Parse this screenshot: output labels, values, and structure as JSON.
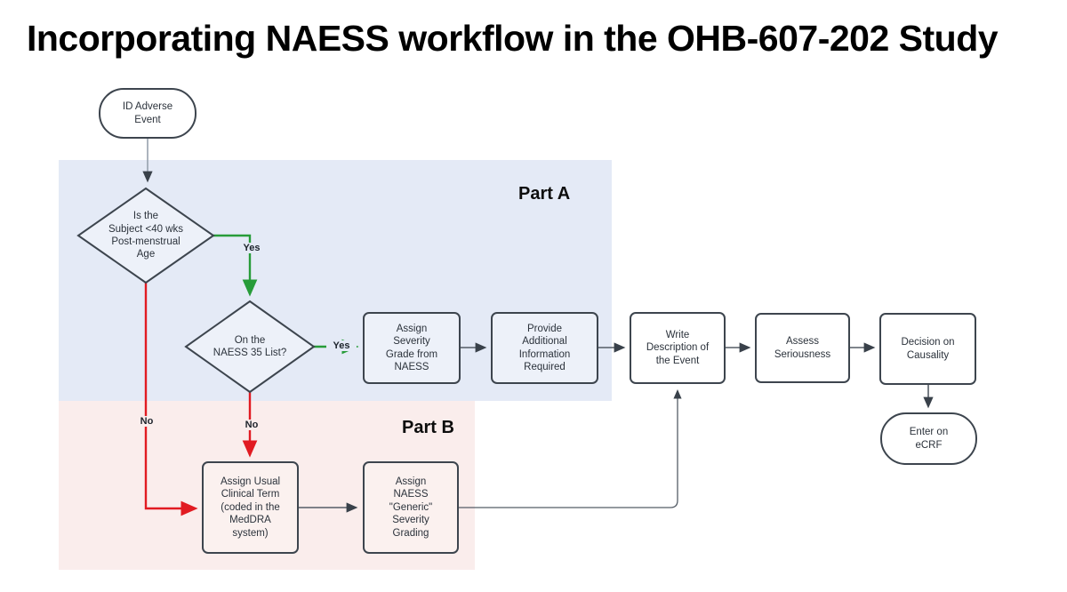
{
  "title": "Incorporating NAESS workflow in the OHB-607-202 Study",
  "regions": {
    "part_a": {
      "label": "Part A",
      "bg_color": "#e4eaf6"
    },
    "part_b": {
      "label": "Part B",
      "bg_color": "#faedec"
    }
  },
  "nodes": {
    "start": {
      "shape": "terminator",
      "label": "ID Adverse\nEvent"
    },
    "age_decision": {
      "shape": "decision",
      "label": "Is the\nSubject <40 wks\nPost-menstrual\nAge"
    },
    "naess_list_decision": {
      "shape": "decision",
      "label": "On the\nNAESS 35 List?"
    },
    "assign_severity": {
      "shape": "process",
      "label": "Assign\nSeverity\nGrade from\nNAESS"
    },
    "provide_info": {
      "shape": "process",
      "label": "Provide\nAdditional\nInformation\nRequired"
    },
    "write_description": {
      "shape": "process",
      "label": "Write\nDescription of\nthe Event"
    },
    "assess_seriousness": {
      "shape": "process",
      "label": "Assess\nSeriousness"
    },
    "decision_causality": {
      "shape": "process",
      "label": "Decision on\nCausality"
    },
    "assign_usual_term": {
      "shape": "process",
      "label": "Assign Usual\nClinical Term\n(coded in the\nMedDRA\nsystem)"
    },
    "assign_generic_grading": {
      "shape": "process",
      "label": "Assign\nNAESS\n\"Generic\"\nSeverity\nGrading"
    },
    "enter_ecrf": {
      "shape": "terminator",
      "label": "Enter on\neCRF"
    }
  },
  "edge_labels": {
    "yes_age": "Yes",
    "yes_list": "Yes",
    "no_age": "No",
    "no_list": "No"
  },
  "colors": {
    "yes_edge": "#279c39",
    "no_edge": "#e11b22",
    "connector": "#555d66",
    "light_connector": "#97a1ad",
    "shape_border": "#3d454e",
    "part_a_shape_fill": "#edf1f9",
    "part_b_shape_fill": "#fbf1ef"
  }
}
